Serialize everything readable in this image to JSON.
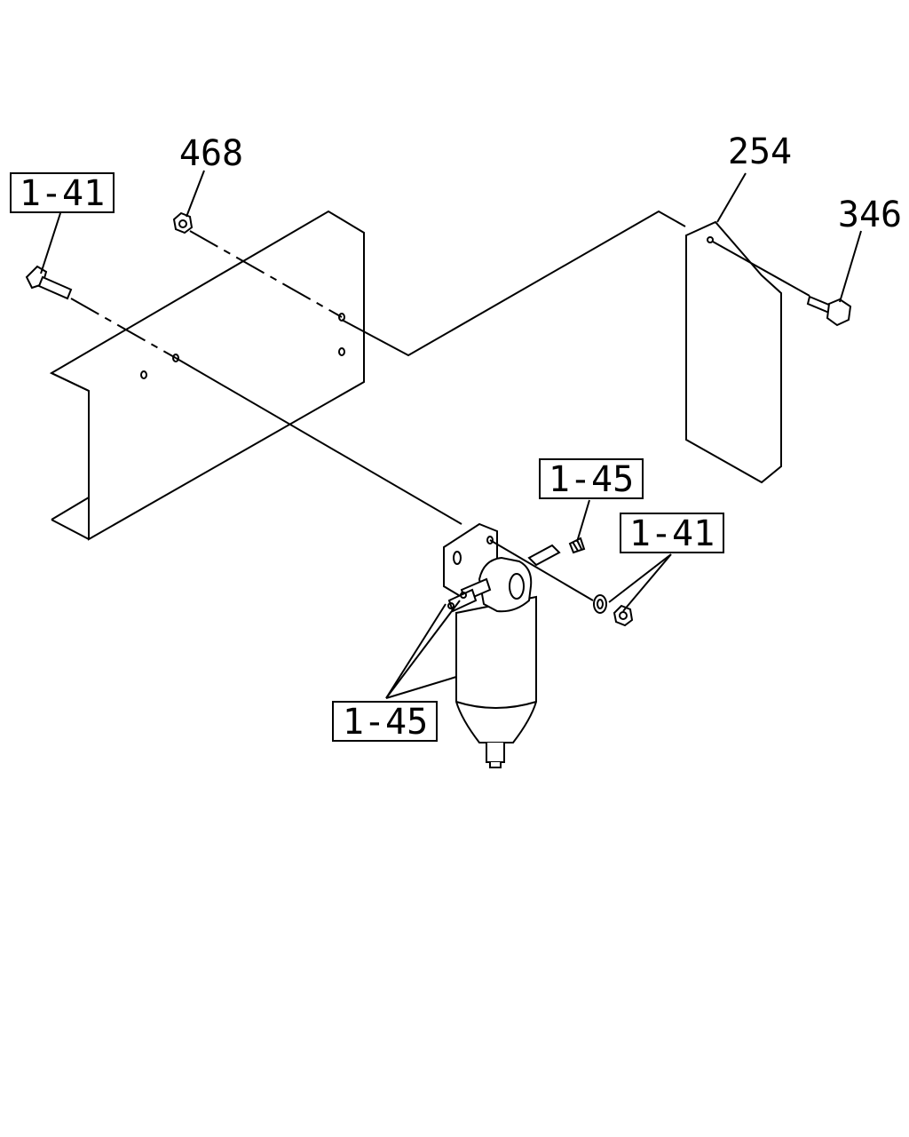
{
  "callouts": {
    "bolt_left": "1-41",
    "nut_top": "468",
    "bracket": "254",
    "bolt_right": "346",
    "filter_plug": "1-45",
    "washer_nut": "1-41",
    "filter_assembly": "1-45"
  }
}
